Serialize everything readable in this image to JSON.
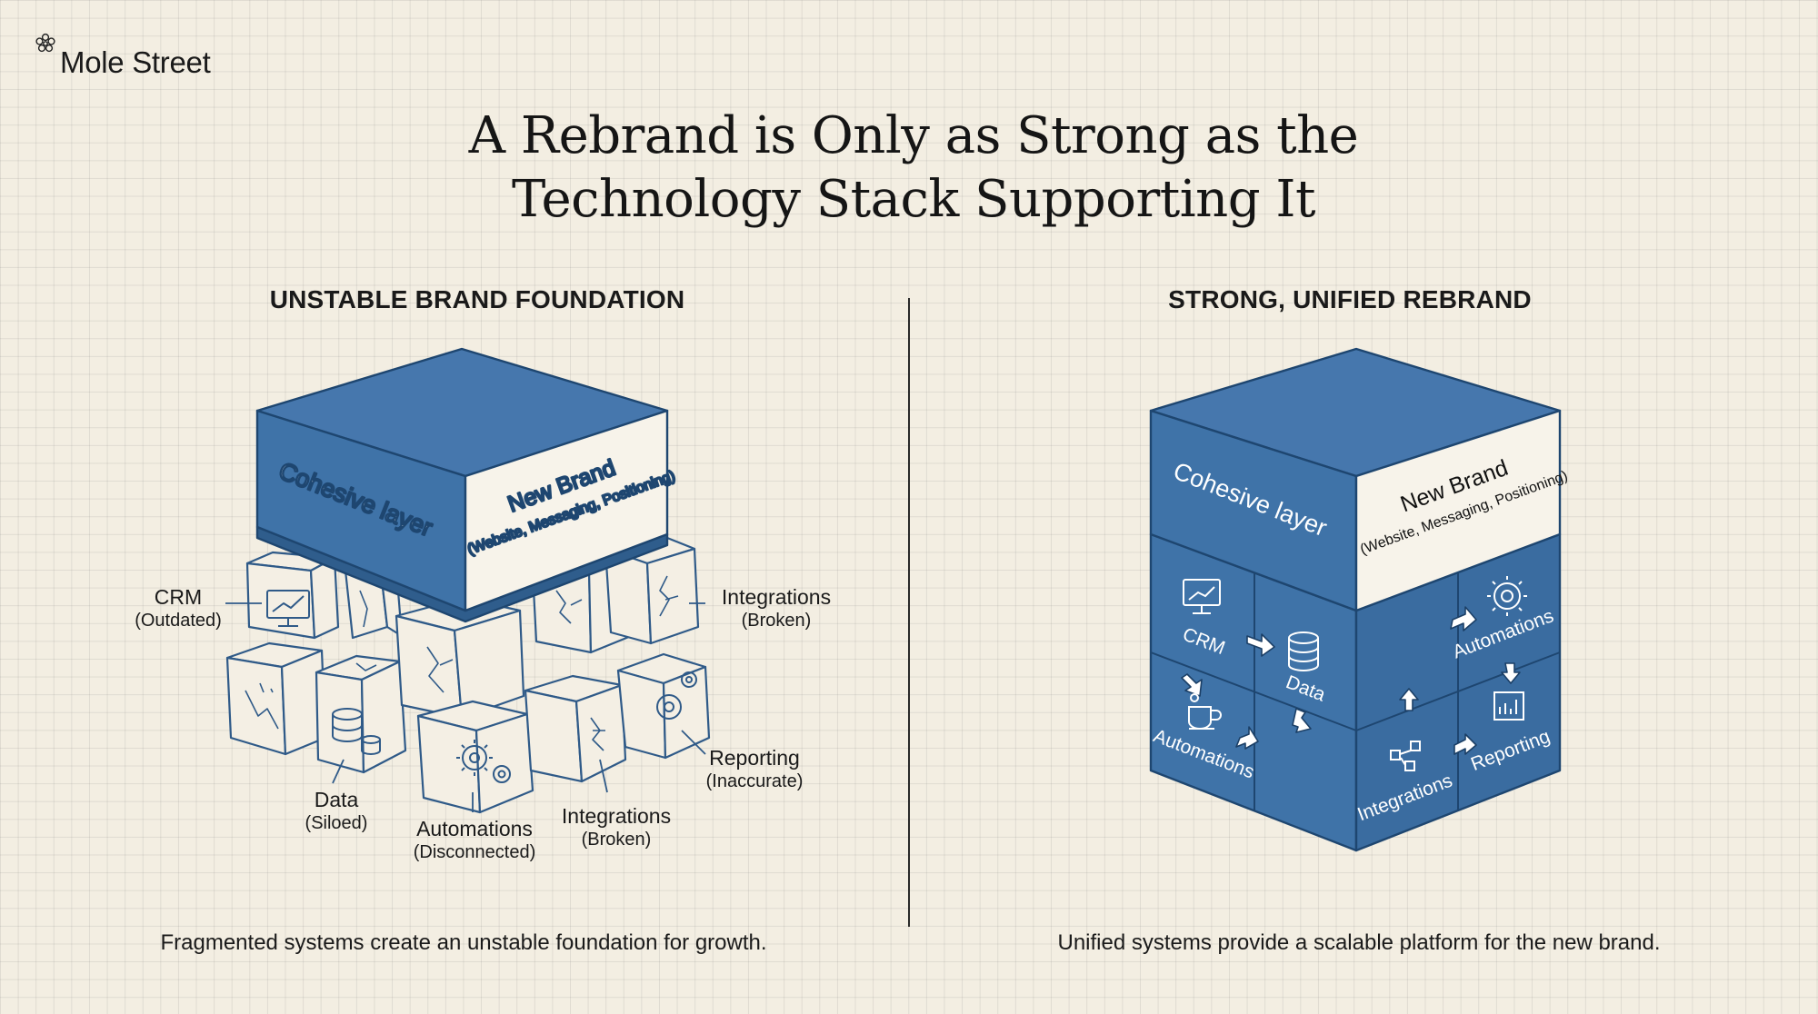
{
  "brand": {
    "name": "Mole Street",
    "logo_icon": "flower-logo-icon"
  },
  "title": {
    "line1": "A Rebrand is Only as Strong as the",
    "line2": "Technology Stack Supporting It"
  },
  "left": {
    "heading": "UNSTABLE BRAND FOUNDATION",
    "caption": "Fragmented systems create an unstable foundation for growth.",
    "top_block": {
      "front": "Cohesive layer",
      "side_title": "New Brand",
      "side_sub": "(Website, Messaging, Positioning)"
    },
    "labels": {
      "crm": "CRM",
      "crm_sub": "(Outdated)",
      "integrations_top": "Integrations",
      "integrations_top_sub": "(Broken)",
      "reporting": "Reporting",
      "reporting_sub": "(Inaccurate)",
      "data": "Data",
      "data_sub": "(Siloed)",
      "automations": "Automations",
      "automations_sub": "(Disconnected)",
      "integrations_bottom": "Integrations",
      "integrations_bottom_sub": "(Broken)"
    }
  },
  "right": {
    "heading": "STRONG, UNIFIED REBRAND",
    "caption": "Unified systems provide a scalable platform for the new brand.",
    "top_block": {
      "front": "Cohesive layer",
      "side_title": "New Brand",
      "side_sub": "(Website, Messaging, Positioning)"
    },
    "tiles": {
      "crm": "CRM",
      "data": "Data",
      "automations_left": "Automations",
      "automations_right": "Automations",
      "integrations": "Integrations",
      "reporting": "Reporting"
    }
  },
  "colors": {
    "background": "#f3eee2",
    "block_blue": "#3f73a8",
    "block_blue_dark": "#2f5d8c",
    "line_blue": "#2f5a88",
    "ink": "#1a1a1a"
  }
}
